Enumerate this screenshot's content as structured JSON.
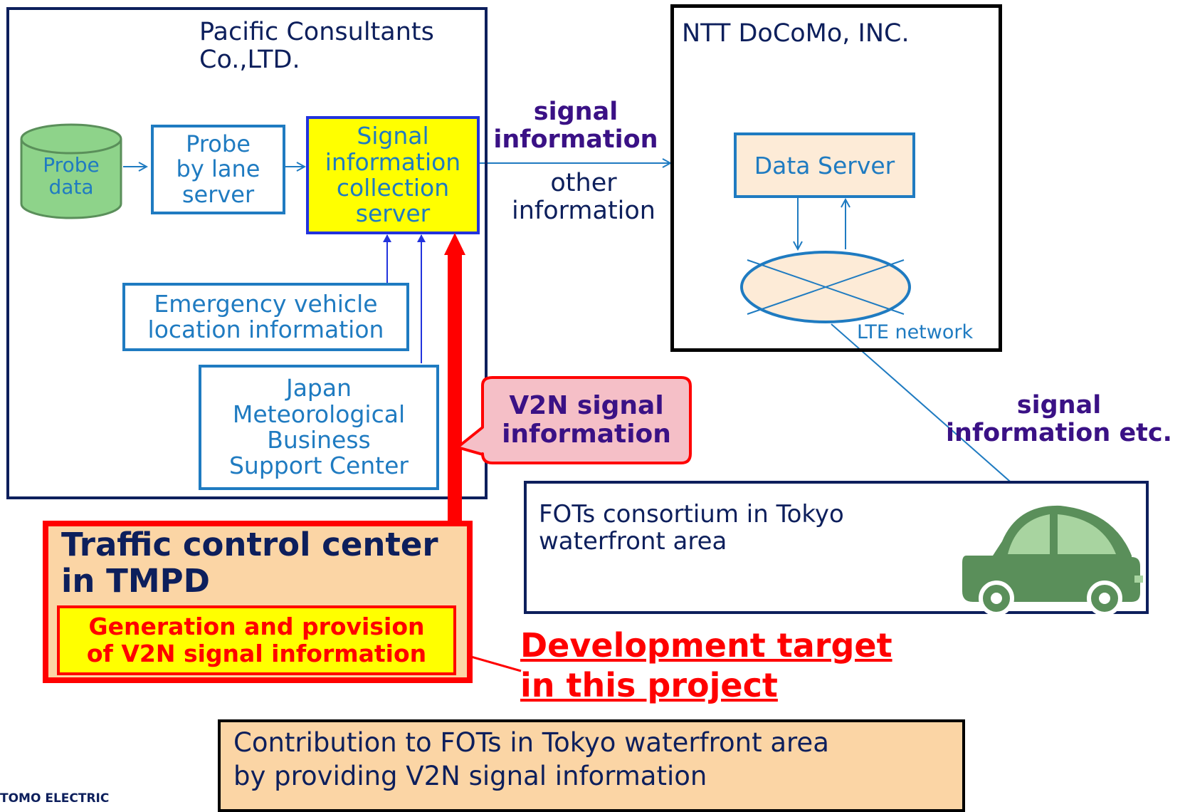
{
  "colors": {
    "blue": "#1f7bc1",
    "navy": "#0d1f5c",
    "purple": "#3a1185",
    "red": "#ff0000",
    "yellow": "#ffff00",
    "peach": "#fbd5a5",
    "pink": "#f5bfc7",
    "green": "#5a8f5a",
    "light_green": "#8ed38a"
  },
  "pacific": {
    "title": "Pacific Consultants\nCo.,LTD.",
    "probe_data": "Probe\ndata",
    "probe_server": "Probe\nby lane\nserver",
    "signal_server": "Signal\ninformation\ncollection\nserver",
    "emergency": "Emergency vehicle\nlocation information",
    "jma": "Japan\nMeteorological\nBusiness\nSupport Center"
  },
  "flow": {
    "signal_info": "signal\ninformation",
    "other_info": "other\ninformation"
  },
  "docomo": {
    "title": "NTT DoCoMo, INC.",
    "data_server": "Data Server",
    "lte": "LTE network"
  },
  "callout": {
    "v2n": "V2N signal\ninformation"
  },
  "vehicle_link": {
    "label": "signal\ninformation etc."
  },
  "fots": {
    "text": "FOTs consortium in Tokyo\nwaterfront area",
    "car_icon": "car-icon"
  },
  "tmpd": {
    "title": "Traffic control center\nin TMPD",
    "inner": "Generation and provision\nof V2N signal information"
  },
  "dev_target": {
    "text": "Development target\nin this project"
  },
  "contribution": {
    "text": "Contribution to FOTs in Tokyo waterfront area\nby providing V2N signal information"
  },
  "logo": {
    "text": "TOMO ELECTRIC"
  }
}
